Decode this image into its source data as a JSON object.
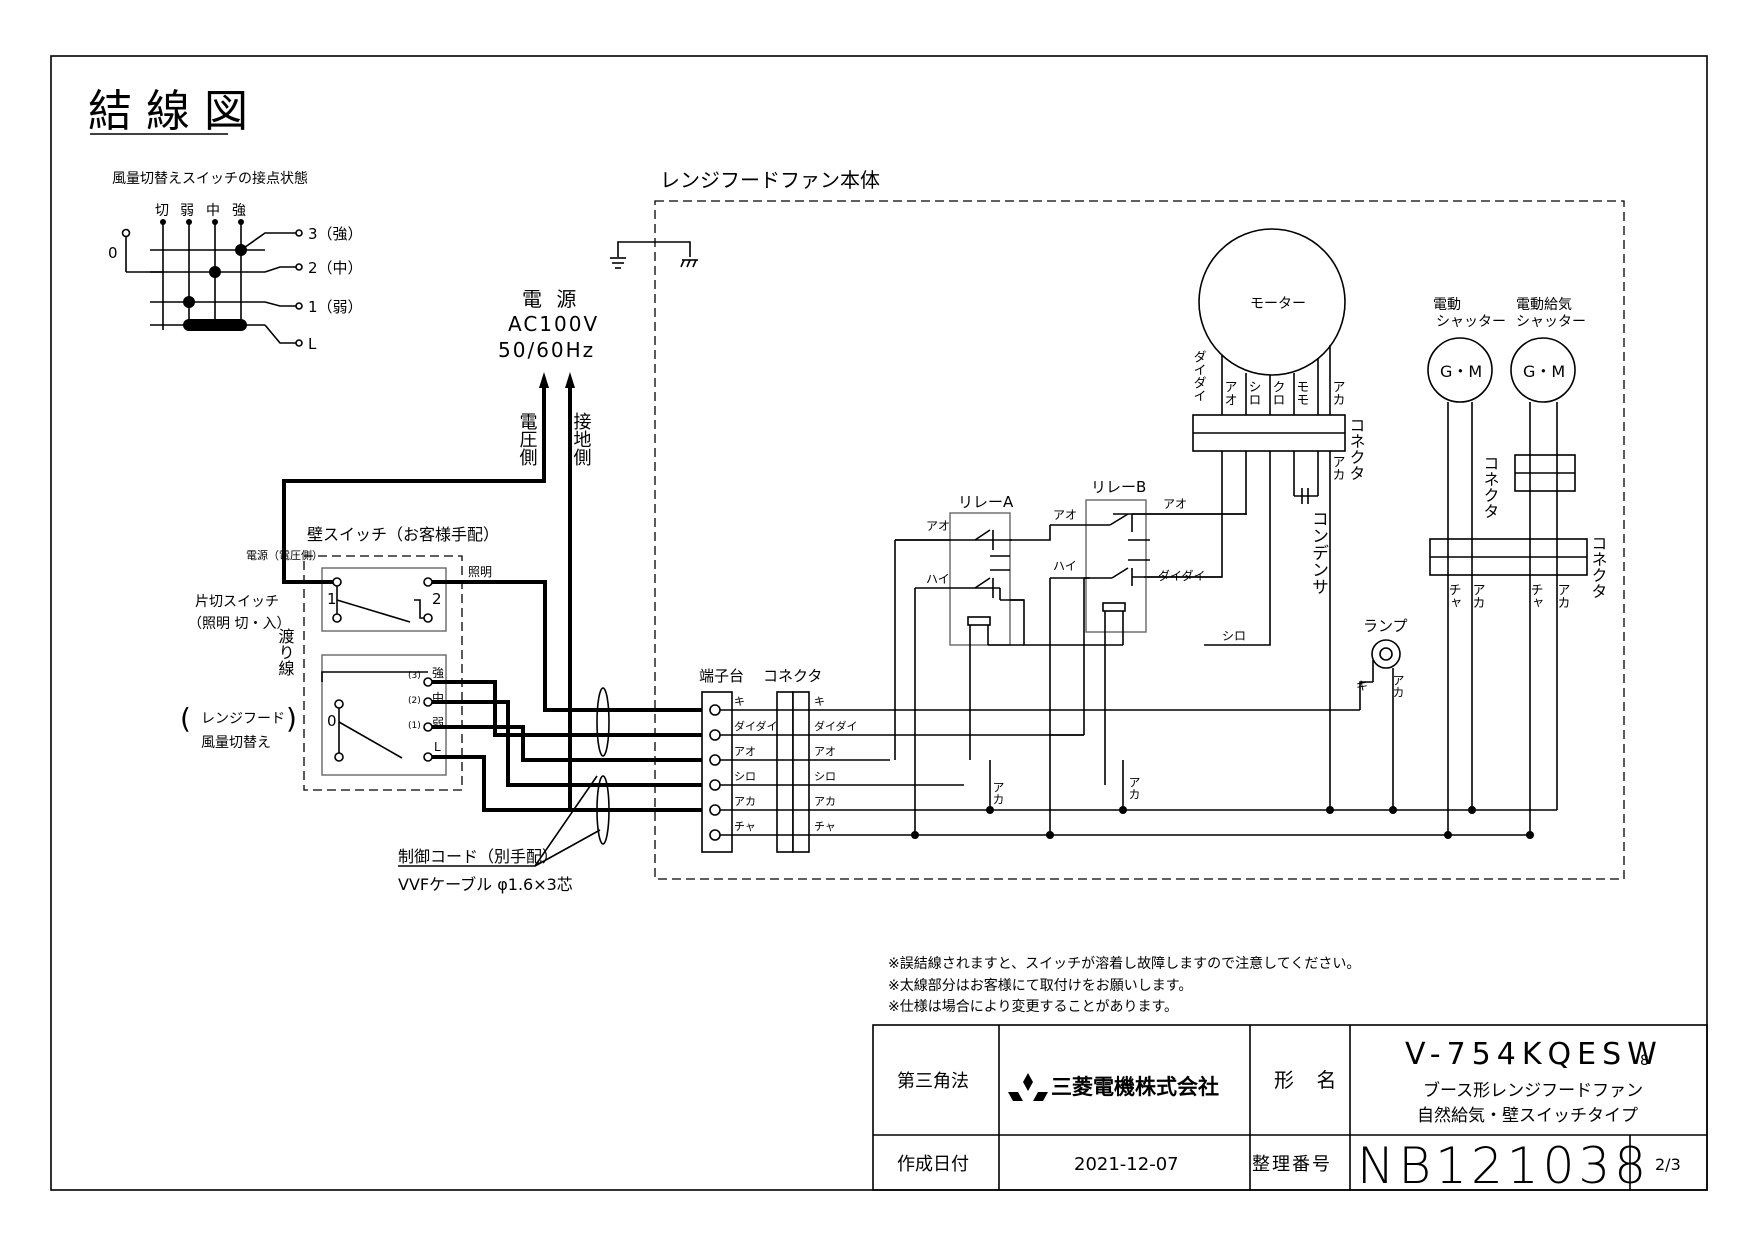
{
  "title": "結 線 図",
  "switch_state": {
    "heading": "風量切替えスイッチの接点状態",
    "cols": [
      "切",
      "弱",
      "中",
      "強"
    ],
    "rows": [
      "3（強）",
      "2（中）",
      "1（弱）",
      "L"
    ],
    "zero": "0"
  },
  "power": {
    "line1": "電 源",
    "line2": "AC100V",
    "line3": "50/60Hz",
    "voltage_side": "電圧側",
    "ground_side": "接地側"
  },
  "wall_switch": {
    "heading": "壁スイッチ（お客様手配）",
    "source": "電源（電圧側）",
    "lighting": "照明",
    "single_pole": "片切スイッチ",
    "single_pole_sub": "（照明 切・入）",
    "crossover": "渡り線",
    "hood_label_1": "レンジフード",
    "hood_label_2": "風量切替え",
    "t1": "1",
    "t2": "2",
    "t0": "0",
    "pos3": "(3)",
    "pos2": "(2)",
    "pos1": "(1)",
    "strong": "強",
    "mid": "中",
    "weak": "弱",
    "low": "L"
  },
  "cord": {
    "line1": "制御コード（別手配）",
    "line2": "VVFケーブル φ1.6×3芯"
  },
  "unit": {
    "heading": "レンジフードファン本体",
    "terminal_block": "端子台",
    "connector": "コネクタ",
    "terminals": [
      "キ",
      "ダイダイ",
      "アオ",
      "シロ",
      "アカ",
      "チャ"
    ],
    "motor": "モーター",
    "motor_wires": [
      "ダイダイ",
      "アオ",
      "シロ",
      "クロ",
      "モモ",
      "アカ"
    ],
    "relay_a": "リレーA",
    "relay_b": "リレーB",
    "ao": "アオ",
    "hai": "ハイ",
    "daidai": "ダイダイ",
    "shiro": "シロ",
    "aka": "アカ",
    "ki": "キ",
    "cha": "チャ",
    "condenser": "コンデンサ",
    "lamp": "ランプ",
    "shutter_1": "電動シャッター",
    "shutter_2": "電動給気シャッター",
    "gm": "G・M"
  },
  "notes": [
    "※誤結線されますと、スイッチが溶着し故障しますので注意してください。",
    "※太線部分はお客様にて取付けをお願いします。",
    "※仕様は場合により変更することがあります。"
  ],
  "title_block": {
    "projection": "第三角法",
    "company": "三菱電機株式会社",
    "model_label": "形 名",
    "model": "V-754KQESW",
    "model_suffix": "8",
    "desc1": "ブース形レンジフードファン",
    "desc2": "自然給気・壁スイッチタイプ",
    "date_label": "作成日付",
    "date": "2021-12-07",
    "number_label": "整理番号",
    "number": "NB121038",
    "page": "2/3"
  }
}
